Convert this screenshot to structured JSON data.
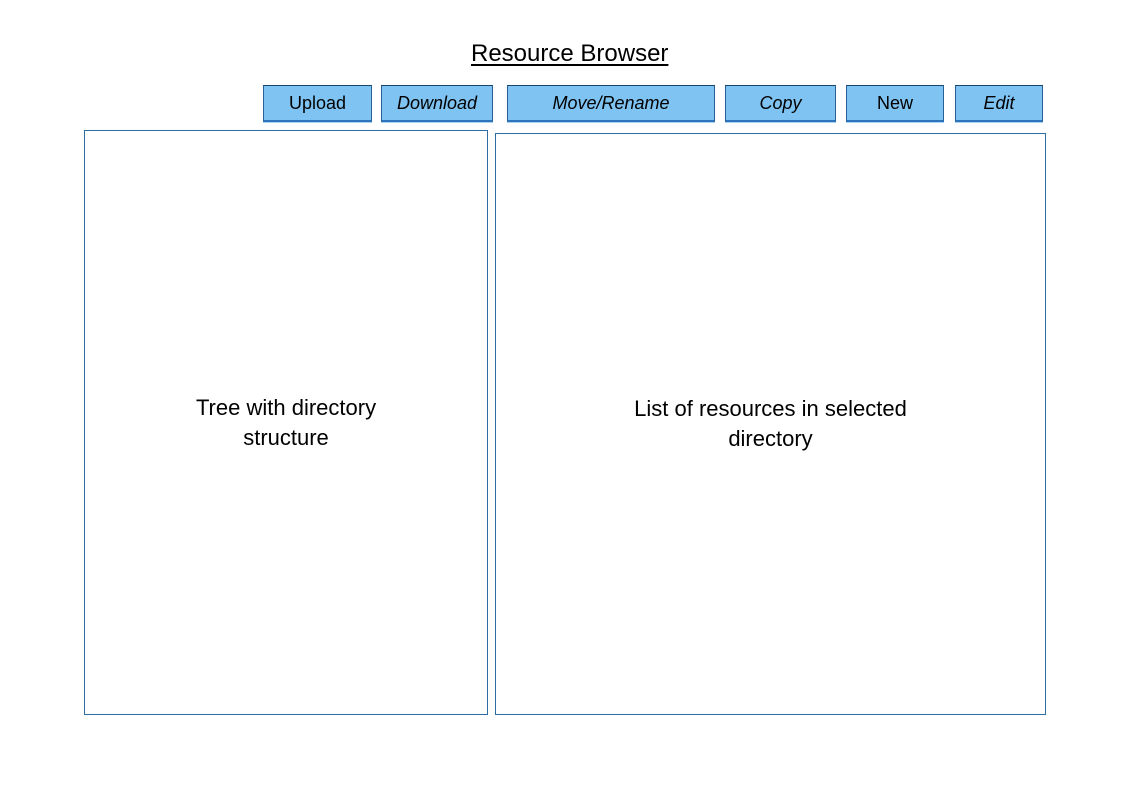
{
  "title": "Resource Browser",
  "toolbar": {
    "buttons": [
      {
        "label": "Upload",
        "italic": false
      },
      {
        "label": "Download",
        "italic": true
      },
      {
        "label": "Move/Rename",
        "italic": true
      },
      {
        "label": "Copy",
        "italic": true
      },
      {
        "label": "New",
        "italic": false
      },
      {
        "label": "Edit",
        "italic": true
      }
    ]
  },
  "panels": {
    "tree": {
      "placeholder": "Tree with directory structure"
    },
    "list": {
      "placeholder": "List of resources in selected directory"
    }
  },
  "colors": {
    "button_fill": "#7fc3f2",
    "button_border": "#2a6099",
    "button_border_bottom": "#2e74bc",
    "panel_border": "#2e6da4",
    "text": "#000000",
    "background": "#ffffff"
  }
}
